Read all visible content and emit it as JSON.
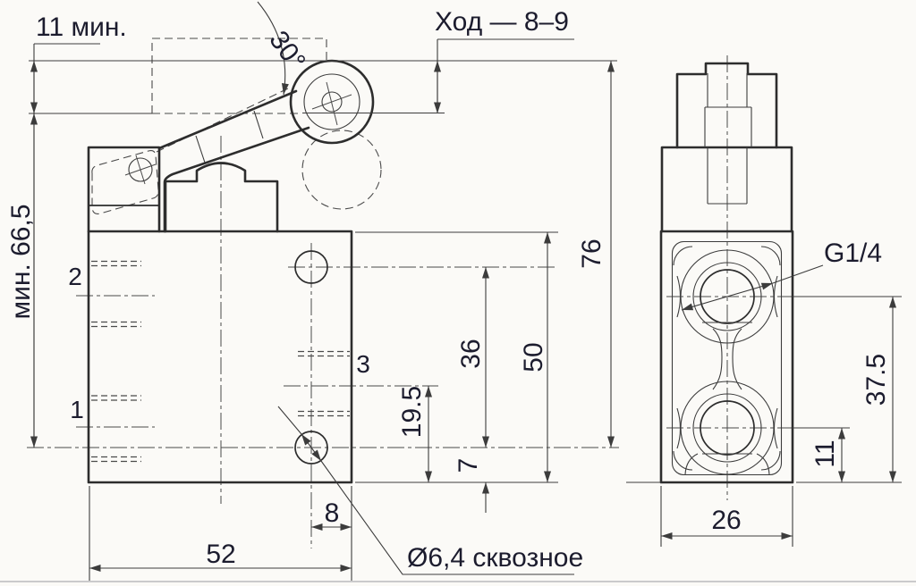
{
  "colors": {
    "background": "#fbfaf7",
    "line": "#2d2d2d",
    "text": "#1c1c2e"
  },
  "front_view": {
    "labels": {
      "port_2": "2",
      "port_1": "1",
      "port_3": "3"
    },
    "dims": {
      "lever_min": "11 мин.",
      "stroke": "Ход — 8–9",
      "angle": "30°",
      "overall_min_height": "мин. 66,5",
      "total_height": "76",
      "body_height": "50",
      "hole_spacing": "36",
      "port3_height": "19.5",
      "hole_height": "7",
      "hole_offset": "8",
      "body_width": "52",
      "mount_hole_note": "Ø6,4 сквозное"
    }
  },
  "side_view": {
    "dims": {
      "thread": "G1/4",
      "port2_height": "37.5",
      "port1_height": "11",
      "body_depth": "26"
    }
  }
}
